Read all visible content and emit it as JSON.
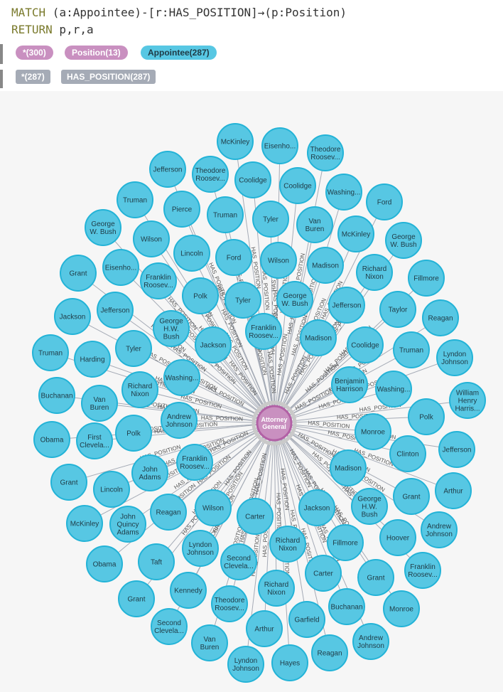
{
  "query": {
    "line1_keyword": "MATCH",
    "line1_rest": " (a:Appointee)-[r:HAS_POSITION]→(p:Position)",
    "line2_keyword": "RETURN",
    "line2_rest": " p,r,a"
  },
  "node_labels": {
    "all": "*(300)",
    "position": "Position(13)",
    "appointee": "Appointee(287)"
  },
  "rel_types": {
    "all": "*(287)",
    "has_position": "HAS_POSITION(287)"
  },
  "colors": {
    "appointee_fill": "#57c7e3",
    "position_fill": "#c990c0",
    "edge": "#a5abb6",
    "pill_all": "#c990c0",
    "tag_gray": "#a5abb6"
  },
  "graph": {
    "hub_label": [
      "Attorney",
      "General"
    ],
    "edge_label": "HAS_POSITION",
    "nodes": [
      [
        "McKinley"
      ],
      [
        "Eisenho..."
      ],
      [
        "Theodore",
        "Roosev..."
      ],
      [
        "Jefferson"
      ],
      [
        "Theodore",
        "Roosev..."
      ],
      [
        "Coolidge"
      ],
      [
        "Coolidge"
      ],
      [
        "Washing..."
      ],
      [
        "Truman"
      ],
      [
        "Pierce"
      ],
      [
        "Truman"
      ],
      [
        "Tyler"
      ],
      [
        "Van",
        "Buren"
      ],
      [
        "Ford"
      ],
      [
        "George",
        "W. Bush"
      ],
      [
        "Wilson"
      ],
      [
        "Lincoln"
      ],
      [
        "McKinley"
      ],
      [
        "George",
        "W. Bush"
      ],
      [
        "Ford"
      ],
      [
        "Wilson"
      ],
      [
        "Madison"
      ],
      [
        "Richard",
        "Nixon"
      ],
      [
        "Grant"
      ],
      [
        "Eisenho..."
      ],
      [
        "Fillmore"
      ],
      [
        "Franklin",
        "Roosev..."
      ],
      [
        "Polk"
      ],
      [
        "Tyler"
      ],
      [
        "George",
        "W. Bush"
      ],
      [
        "Jefferson"
      ],
      [
        "Taylor"
      ],
      [
        "Jackson"
      ],
      [
        "Jefferson"
      ],
      [
        "Reagan"
      ],
      [
        "George",
        "H.W.",
        "Bush"
      ],
      [
        "Franklin",
        "Roosev..."
      ],
      [
        "Madison"
      ],
      [
        "Truman"
      ],
      [
        "Harding"
      ],
      [
        "Tyler"
      ],
      [
        "Jackson"
      ],
      [
        "Coolidge"
      ],
      [
        "Truman"
      ],
      [
        "Lyndon",
        "Johnson"
      ],
      [
        "Washing..."
      ],
      [
        "Benjamin",
        "Harrison"
      ],
      [
        "Washing..."
      ],
      [
        "Buchanan"
      ],
      [
        "Van",
        "Buren"
      ],
      [
        "Richard",
        "Nixon"
      ],
      [
        "William",
        "Henry",
        "Harris..."
      ],
      [
        "Andrew",
        "Johnson"
      ],
      [
        "Polk"
      ],
      [
        "Obama"
      ],
      [
        "First",
        "Clevela..."
      ],
      [
        "Polk"
      ],
      [
        "Monroe"
      ],
      [
        "Clinton"
      ],
      [
        "Jefferson"
      ],
      [
        "Grant"
      ],
      [
        "Lincoln"
      ],
      [
        "John",
        "Adams"
      ],
      [
        "Franklin",
        "Roosev..."
      ],
      [
        "Madison"
      ],
      [
        "Arthur"
      ],
      [
        "Grant"
      ],
      [
        "McKinley"
      ],
      [
        "John",
        "Quincy",
        "Adams"
      ],
      [
        "Reagan"
      ],
      [
        "Wilson"
      ],
      [
        "Carter"
      ],
      [
        "Jackson"
      ],
      [
        "George",
        "H.W.",
        "Bush"
      ],
      [
        "Andrew",
        "Johnson"
      ],
      [
        "Obama"
      ],
      [
        "Lyndon",
        "Johnson"
      ],
      [
        "Richard",
        "Nixon"
      ],
      [
        "Fillmore"
      ],
      [
        "Hoover"
      ],
      [
        "Taft"
      ],
      [
        "Second",
        "Clevela..."
      ],
      [
        "Carter"
      ],
      [
        "Grant"
      ],
      [
        "Franklin",
        "Roosev..."
      ],
      [
        "Grant"
      ],
      [
        "Kennedy"
      ],
      [
        "Richard",
        "Nixon"
      ],
      [
        "Monroe"
      ],
      [
        "Theodore",
        "Roosev..."
      ],
      [
        "Buchanan"
      ],
      [
        "Second",
        "Clevela..."
      ],
      [
        "Garfield"
      ],
      [
        "Andrew",
        "Johnson"
      ],
      [
        "Van",
        "Buren"
      ],
      [
        "Arthur"
      ],
      [
        "Lyndon",
        "Johnson"
      ],
      [
        "Hayes"
      ],
      [
        "Reagan"
      ]
    ]
  }
}
